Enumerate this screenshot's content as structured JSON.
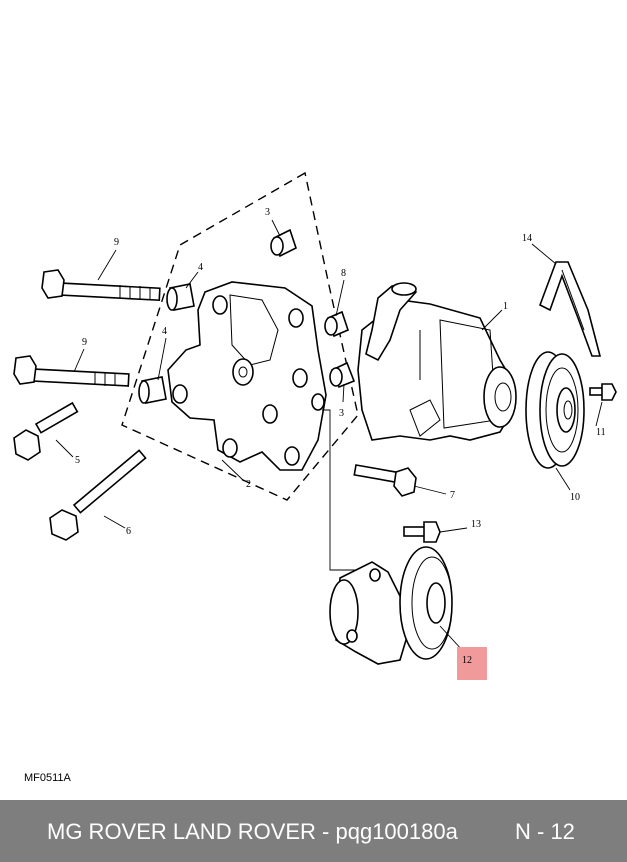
{
  "diagram": {
    "callouts": {
      "c1": "1",
      "c2": "2",
      "c3a": "3",
      "c3b": "3",
      "c4a": "4",
      "c4b": "4",
      "c5": "5",
      "c6": "6",
      "c7": "7",
      "c9a": "9",
      "c9b": "9",
      "c10": "10",
      "c11": "11",
      "c12": "12",
      "c13": "13",
      "c14": "14"
    },
    "highlighted_callout": "12",
    "highlight_color": "#f09a9c",
    "reference_code": "MF0511A"
  },
  "footer": {
    "title": "MG ROVER LAND ROVER - pqg100180a",
    "page": "N - 12",
    "background_color": "#7e7e7e",
    "text_color": "#ffffff"
  }
}
